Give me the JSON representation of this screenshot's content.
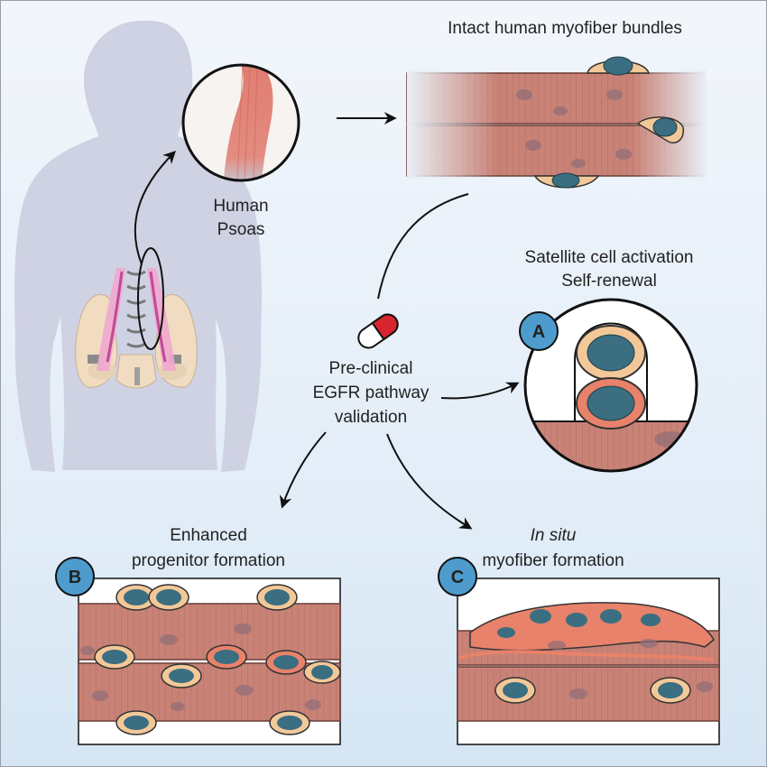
{
  "labels": {
    "bundles_title": "Intact human myofiber bundles",
    "psoas_line1": "Human",
    "psoas_line2": "Psoas",
    "activation_line1": "Satellite cell activation",
    "activation_line2": "Self-renewal",
    "drug_line1": "Pre-clinical",
    "drug_line2": "EGFR pathway",
    "drug_line3": "validation",
    "panel_b_line1": "Enhanced",
    "panel_b_line2": "progenitor formation",
    "panel_c_italic": "In situ",
    "panel_c_line2": "myofiber formation"
  },
  "badges": {
    "a": "A",
    "b": "B",
    "c": "C"
  },
  "colors": {
    "muscle": "#c98276",
    "muscle_dark": "#9b5a52",
    "nucleus": "#3a6e80",
    "satellite_cytoplasm": "#f3c898",
    "activated_cytoplasm": "#e8826a",
    "badge": "#4e9ccd",
    "silhouette": "#cfd2e2"
  },
  "icons": [
    "human-silhouette-icon",
    "capsule-icon",
    "magnifier-circle-icon"
  ]
}
